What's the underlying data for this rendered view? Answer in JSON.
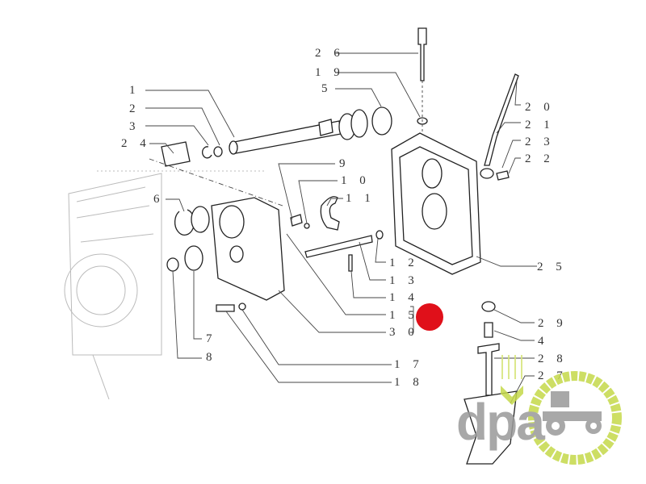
{
  "diagram": {
    "labels": {
      "p1": "1",
      "p2": "2",
      "p3": "3",
      "p24": "2 4",
      "p5": "5",
      "p26": "2 6",
      "p19": "1 9",
      "p20": "2 0",
      "p21": "2 1",
      "p23": "2 3",
      "p22": "2 2",
      "p9": "9",
      "p10": "1 0",
      "p11": "1 1",
      "p6": "6",
      "p12": "1 2",
      "p13": "1 3",
      "p14": "1 4",
      "p15": "1 5",
      "p30": "3 0",
      "p25": "2 5",
      "p29": "2 9",
      "p4": "4",
      "p28": "2 8",
      "p27": "2 7",
      "p7": "7",
      "p8": "8",
      "p17": "1 7",
      "p18": "1 8"
    },
    "marker_color": "#e0101a"
  },
  "watermark": {
    "text": "dpa",
    "accent_color": "#c5d94a"
  }
}
